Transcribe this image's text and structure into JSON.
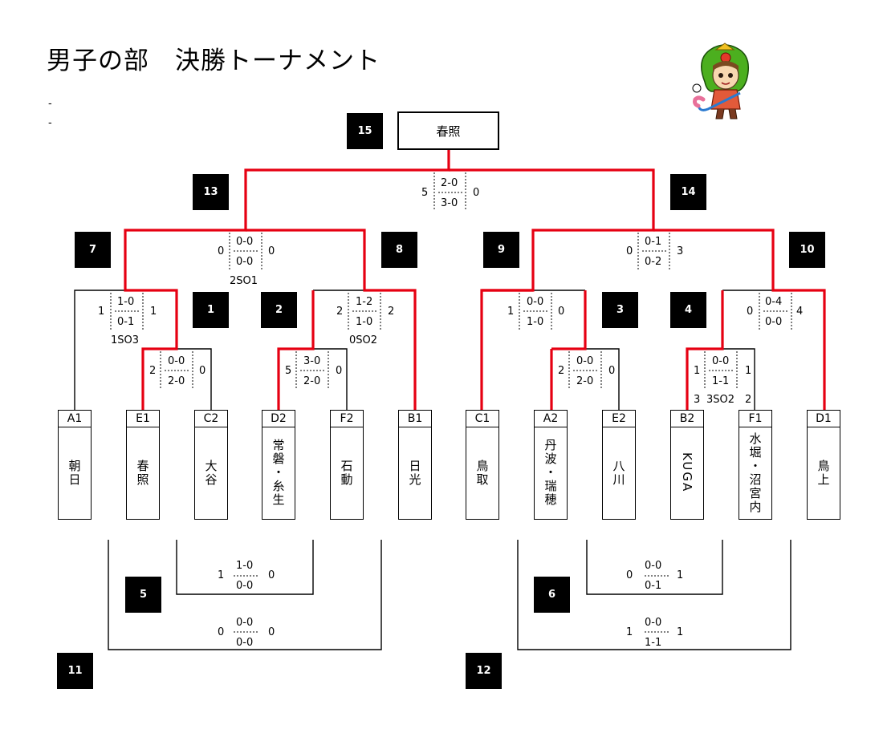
{
  "title": "男子の部　決勝トーナメント",
  "dashes": [
    "-",
    "-"
  ],
  "champion": "春照",
  "teams": [
    {
      "code": "A1",
      "name": "朝日"
    },
    {
      "code": "E1",
      "name": "春照"
    },
    {
      "code": "C2",
      "name": "大谷"
    },
    {
      "code": "D2",
      "name": "常磐・糸生"
    },
    {
      "code": "F2",
      "name": "石動"
    },
    {
      "code": "B1",
      "name": "日光"
    },
    {
      "code": "C1",
      "name": "鳥取"
    },
    {
      "code": "A2",
      "name": "丹波・瑞穂"
    },
    {
      "code": "E2",
      "name": "八川"
    },
    {
      "code": "B2",
      "name": "KUGA"
    },
    {
      "code": "F1",
      "name": "水堀・沼宮内"
    },
    {
      "code": "D1",
      "name": "鳥上"
    }
  ],
  "match_numbers": [
    "15",
    "13",
    "14",
    "7",
    "8",
    "9",
    "10",
    "1",
    "2",
    "3",
    "4",
    "5",
    "6",
    "11",
    "12"
  ],
  "scores": {
    "m15": {
      "l": "5",
      "h1": "2-0",
      "h2": "3-0",
      "r": "0"
    },
    "m13": {
      "l": "0",
      "h1": "0-0",
      "h2": "0-0",
      "r": "0",
      "so": "2SO1"
    },
    "m14": {
      "l": "0",
      "h1": "0-1",
      "h2": "0-2",
      "r": "3"
    },
    "m7": {
      "l": "1",
      "h1": "1-0",
      "h2": "0-1",
      "r": "1",
      "so": "1SO3"
    },
    "m8": {
      "l": "2",
      "h1": "1-2",
      "h2": "1-0",
      "r": "2",
      "so": "0SO2"
    },
    "m9": {
      "l": "1",
      "h1": "0-0",
      "h2": "1-0",
      "r": "0"
    },
    "m10": {
      "l": "0",
      "h1": "0-4",
      "h2": "0-0",
      "r": "4"
    },
    "m1": {
      "l": "2",
      "h1": "0-0",
      "h2": "2-0",
      "r": "0"
    },
    "m2": {
      "l": "5",
      "h1": "3-0",
      "h2": "2-0",
      "r": "0"
    },
    "m3": {
      "l": "2",
      "h1": "0-0",
      "h2": "2-0",
      "r": "0"
    },
    "m4": {
      "l": "1",
      "h1": "0-0",
      "h2": "1-1",
      "r": "1",
      "so_l": "3",
      "so": "3SO2",
      "so_r": "2"
    },
    "m5": {
      "l": "1",
      "h1": "1-0",
      "h2": "0-0",
      "r": "0"
    },
    "m11": {
      "l": "0",
      "h1": "0-0",
      "h2": "0-0",
      "r": "0"
    },
    "m6": {
      "l": "0",
      "h1": "0-0",
      "h2": "0-1",
      "r": "1"
    },
    "m12": {
      "l": "1",
      "h1": "0-0",
      "h2": "1-1",
      "r": "1"
    }
  },
  "colors": {
    "winner_line": "#e60012",
    "line": "#000000",
    "badge": "#000000"
  },
  "mascot_icon": "hockey-mascot-icon"
}
